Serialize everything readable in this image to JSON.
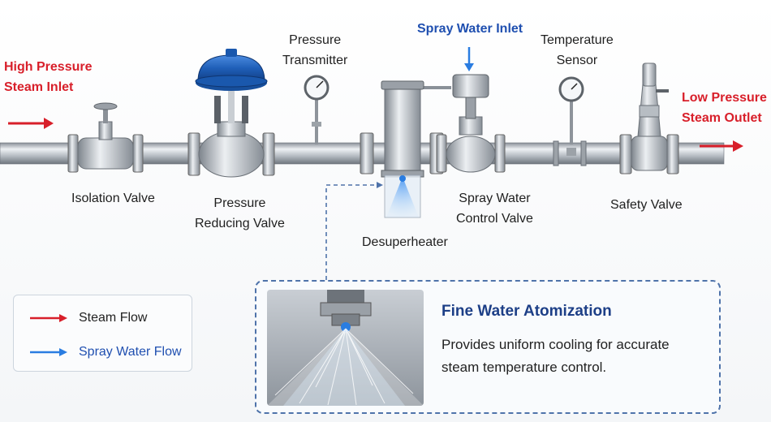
{
  "labels": {
    "inlet_line1": "High Pressure",
    "inlet_line2": "Steam Inlet",
    "outlet_line1": "Low Pressure",
    "outlet_line2": "Steam Outlet",
    "isolation_valve": "Isolation Valve",
    "prv_line1": "Pressure",
    "prv_line2": "Reducing Valve",
    "pt_line1": "Pressure",
    "pt_line2": "Transmitter",
    "spray_inlet": "Spray Water Inlet",
    "desuperheater": "Desuperheater",
    "swcv_line1": "Spray Water",
    "swcv_line2": "Control Valve",
    "ts_line1": "Temperature",
    "ts_line2": "Sensor",
    "safety_valve": "Safety Valve"
  },
  "legend": {
    "steam_flow": "Steam Flow",
    "spray_flow": "Spray Water Flow"
  },
  "callout": {
    "title": "Fine Water Atomization",
    "body": "Provides uniform cooling for accurate steam temperature control."
  },
  "colors": {
    "steam": "#d81f2a",
    "spray": "#2a7de1",
    "accent": "#1d3f87",
    "actuator": "#1f5fb8"
  }
}
